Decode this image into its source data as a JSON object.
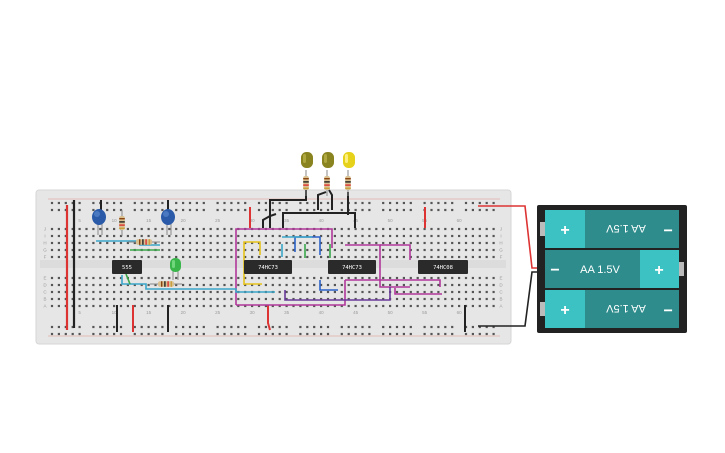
{
  "breadboard": {
    "row_letters": [
      "A",
      "B",
      "C",
      "D",
      "E",
      "F",
      "G",
      "H",
      "I",
      "J"
    ],
    "column_numbers": [
      "5",
      "10",
      "15",
      "20",
      "25",
      "30",
      "35",
      "40",
      "45",
      "50",
      "55",
      "60"
    ]
  },
  "chips": [
    {
      "id": "u1",
      "label": "555"
    },
    {
      "id": "u2",
      "label": "74HC73"
    },
    {
      "id": "u3",
      "label": "74HC73"
    },
    {
      "id": "u4",
      "label": "74HC08"
    }
  ],
  "battery_pack": {
    "cells": [
      {
        "label": "AA 1.5V",
        "plus": "+",
        "minus": "−",
        "flipped": true
      },
      {
        "label": "AA 1.5V",
        "plus": "+",
        "minus": "−",
        "flipped": false
      },
      {
        "label": "AA 1.5V",
        "plus": "+",
        "minus": "−",
        "flipped": true
      }
    ]
  },
  "colors": {
    "board": "#e8e8e8",
    "hole": "#4a4a4a",
    "rail_red": "#d33",
    "rail_black": "#222",
    "wire_magenta": "#b0379a",
    "wire_purple": "#6a3a9a",
    "wire_cyan": "#3aa6c8",
    "wire_blue": "#2a62c8",
    "wire_yellow": "#e6c21a",
    "wire_green": "#3aa64a",
    "battery_teal": "#2e8c8c",
    "battery_cap": "#3cc2c2",
    "battery_case": "#222"
  },
  "leds": [
    {
      "color": "olive"
    },
    {
      "color": "olive"
    },
    {
      "color": "yellow"
    },
    {
      "color": "green"
    }
  ],
  "capacitors": [
    {
      "color": "blue"
    },
    {
      "color": "blue"
    }
  ]
}
